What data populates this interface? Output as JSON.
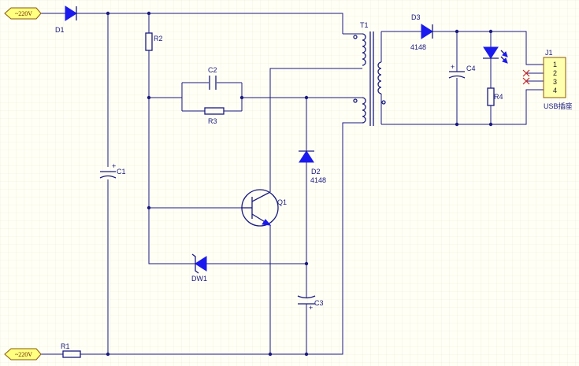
{
  "ports": {
    "top": "~220V",
    "bottom": "~220V"
  },
  "labels": {
    "D1": "D1",
    "R1": "R1",
    "R2": "R2",
    "C1": "C1",
    "C2": "C2",
    "R3": "R3",
    "Q1": "Q1",
    "D2": "D2",
    "D2_part": "4148",
    "DW1": "DW1",
    "C3": "C3",
    "T1": "T1",
    "D3": "D3",
    "D3_part": "4148",
    "C4": "C4",
    "R4": "R4",
    "J1": "J1",
    "J1_name": "USB插座"
  },
  "connector_pins": [
    "1",
    "2",
    "3",
    "4"
  ],
  "colors": {
    "wire": "#1a1a80",
    "symbol_fill": "#1a1aee",
    "port_fill": "#ffff80",
    "background": "#fffff6"
  }
}
